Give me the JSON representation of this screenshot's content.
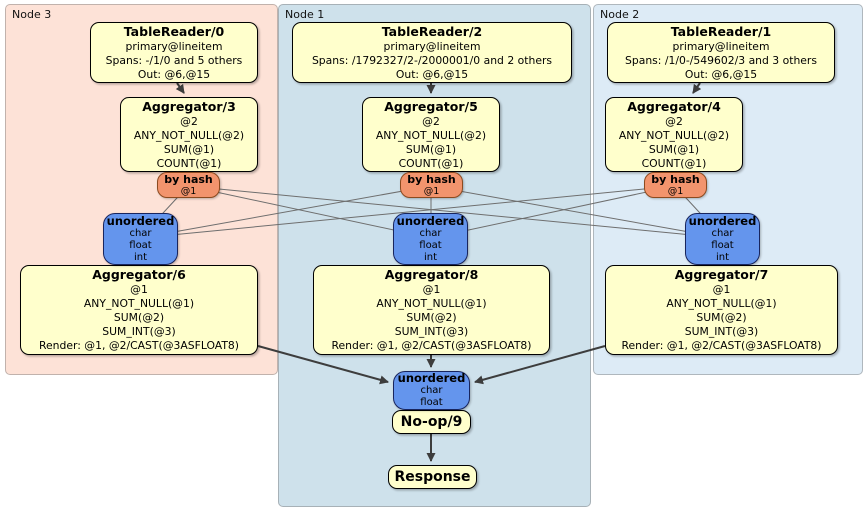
{
  "regions": {
    "node3": {
      "label": "Node 3"
    },
    "node1": {
      "label": "Node 1"
    },
    "node2": {
      "label": "Node 2"
    }
  },
  "processors": {
    "tablereader0": {
      "title": "TableReader/0",
      "lines": [
        "primary@lineitem",
        "Spans: -/1/0 and 5 others",
        "Out: @6,@15"
      ]
    },
    "tablereader2": {
      "title": "TableReader/2",
      "lines": [
        "primary@lineitem",
        "Spans: /1792327/2-/2000001/0 and 2 others",
        "Out: @6,@15"
      ]
    },
    "tablereader1": {
      "title": "TableReader/1",
      "lines": [
        "primary@lineitem",
        "Spans: /1/0-/549602/3 and 3 others",
        "Out: @6,@15"
      ]
    },
    "aggregator3": {
      "title": "Aggregator/3",
      "lines": [
        "@2",
        "ANY_NOT_NULL(@2)",
        "SUM(@1)",
        "COUNT(@1)"
      ]
    },
    "aggregator5": {
      "title": "Aggregator/5",
      "lines": [
        "@2",
        "ANY_NOT_NULL(@2)",
        "SUM(@1)",
        "COUNT(@1)"
      ]
    },
    "aggregator4": {
      "title": "Aggregator/4",
      "lines": [
        "@2",
        "ANY_NOT_NULL(@2)",
        "SUM(@1)",
        "COUNT(@1)"
      ]
    },
    "aggregator6": {
      "title": "Aggregator/6",
      "lines": [
        "@1",
        "ANY_NOT_NULL(@1)",
        "SUM(@2)",
        "SUM_INT(@3)",
        "Render: @1, @2/CAST(@3ASFLOAT8)"
      ]
    },
    "aggregator8": {
      "title": "Aggregator/8",
      "lines": [
        "@1",
        "ANY_NOT_NULL(@1)",
        "SUM(@2)",
        "SUM_INT(@3)",
        "Render: @1, @2/CAST(@3ASFLOAT8)"
      ]
    },
    "aggregator7": {
      "title": "Aggregator/7",
      "lines": [
        "@1",
        "ANY_NOT_NULL(@1)",
        "SUM(@2)",
        "SUM_INT(@3)",
        "Render: @1, @2/CAST(@3ASFLOAT8)"
      ]
    },
    "noop9": {
      "title": "No-op/9"
    },
    "response": {
      "title": "Response"
    }
  },
  "routers": {
    "byhash3": {
      "title": "by hash",
      "detail": "@1"
    },
    "byhash5": {
      "title": "by hash",
      "detail": "@1"
    },
    "byhash4": {
      "title": "by hash",
      "detail": "@1"
    }
  },
  "syncs": {
    "unordered_node3": {
      "title": "unordered",
      "types": [
        "char",
        "float",
        "int"
      ]
    },
    "unordered_node1": {
      "title": "unordered",
      "types": [
        "char",
        "float",
        "int"
      ]
    },
    "unordered_node2": {
      "title": "unordered",
      "types": [
        "char",
        "float",
        "int"
      ]
    },
    "unordered_final": {
      "title": "unordered",
      "types": [
        "char",
        "float"
      ]
    }
  },
  "colors": {
    "node3_bg": "#fde2d7",
    "node1_bg": "#cee1eb",
    "node2_bg": "#ddebf6",
    "processor_bg": "#ffffcc",
    "router_bg": "#f2946d",
    "sync_bg": "#6495ed",
    "edge_bold": "#3d3d3d",
    "edge_thin": "#6e6e6e"
  }
}
